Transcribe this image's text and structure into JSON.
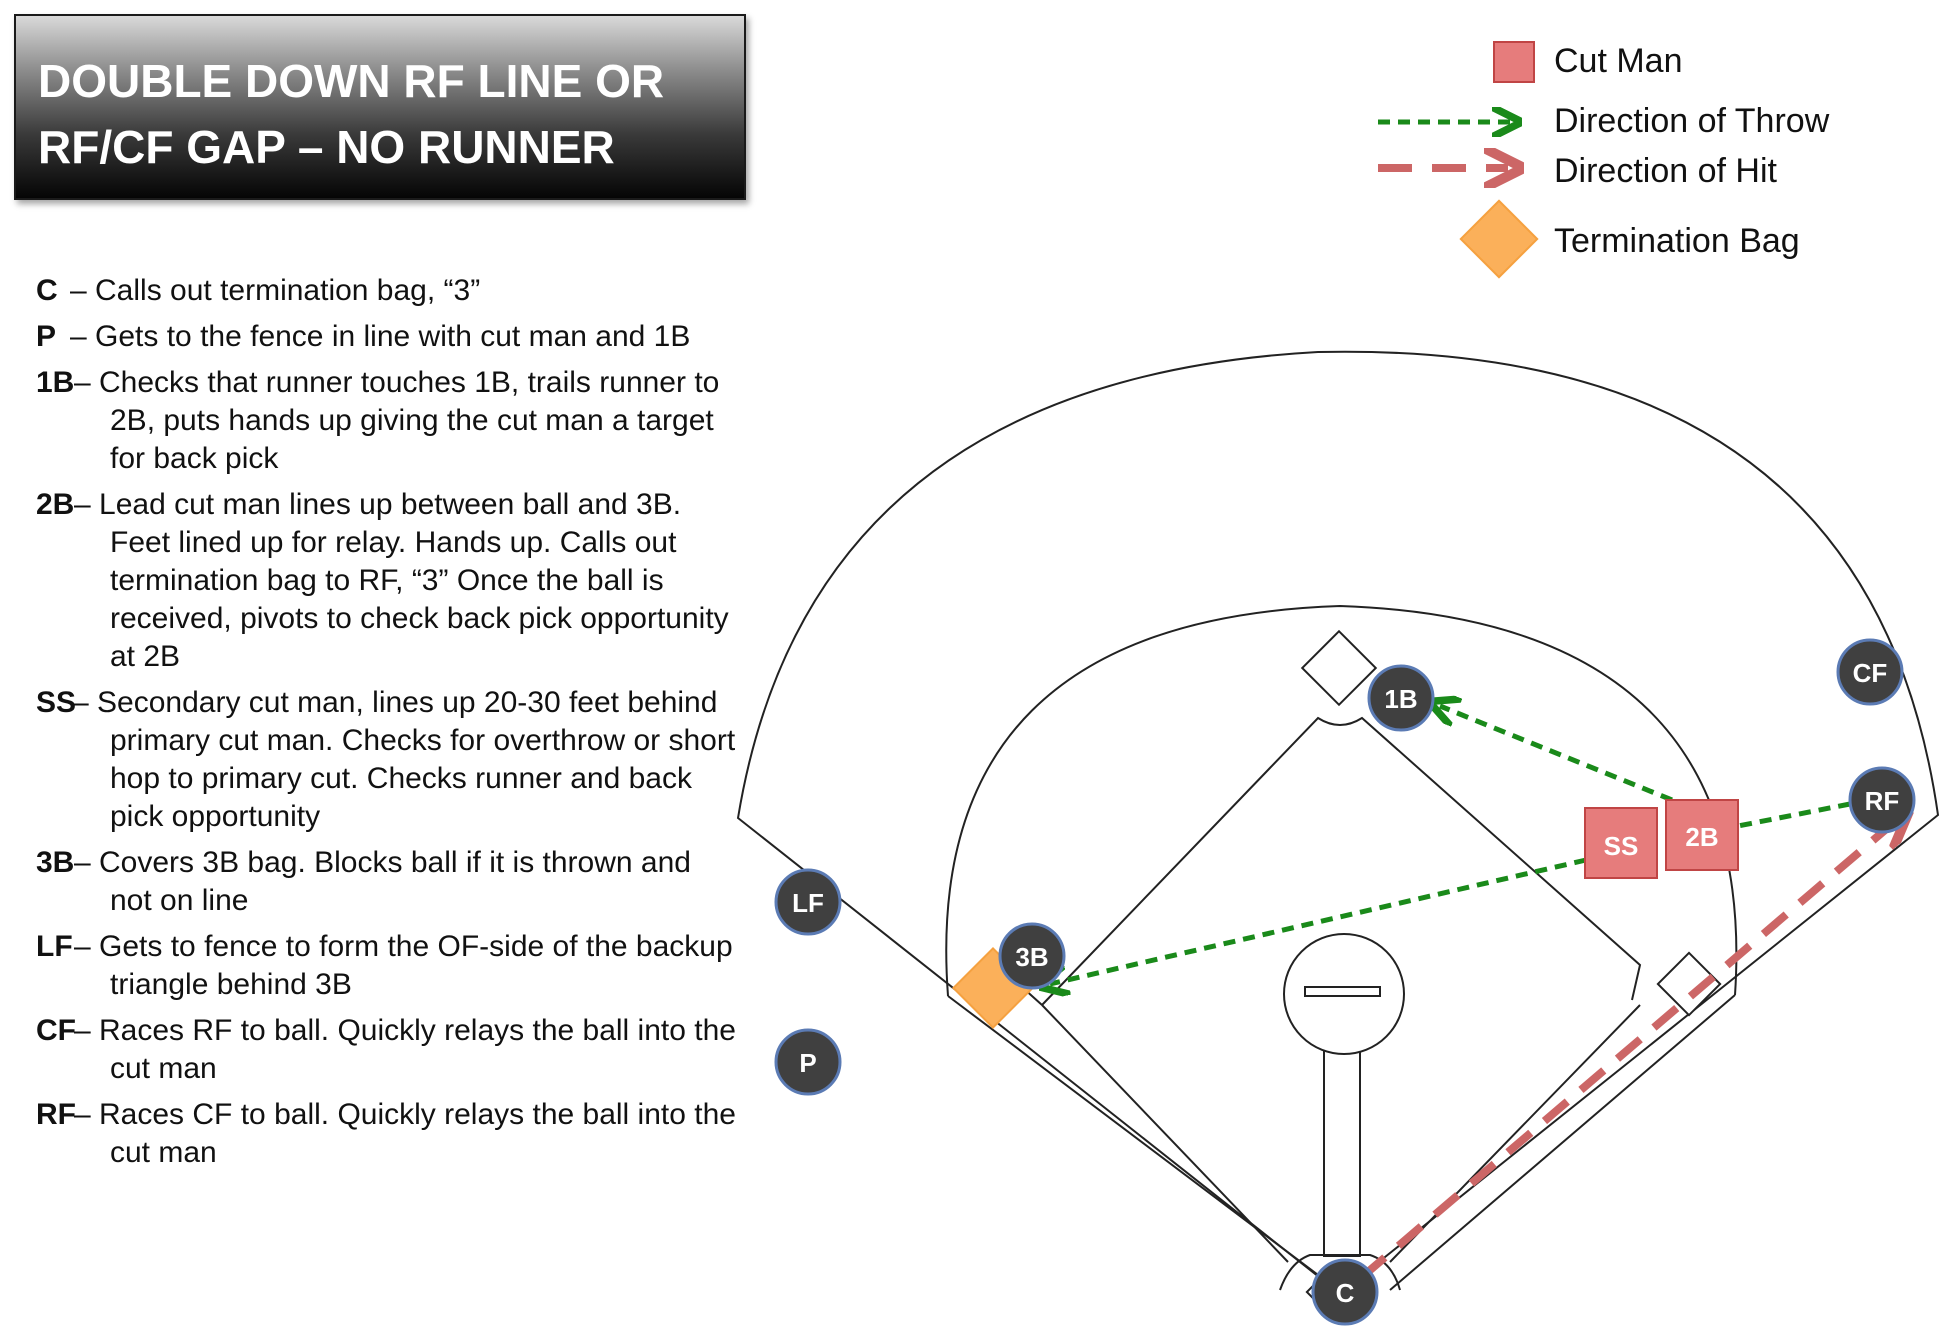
{
  "title": {
    "line1": "DOUBLE DOWN RF LINE OR",
    "line2": "RF/CF GAP – NO RUNNER"
  },
  "instructions": [
    {
      "code": "C",
      "text": "– Calls out termination bag, “3”"
    },
    {
      "code": "P",
      "text": "– Gets to the fence in line with cut man and 1B"
    },
    {
      "code": "1B",
      "text": "– Checks that runner touches 1B, trails runner to 2B, puts hands up giving the cut man a target for back pick"
    },
    {
      "code": "2B",
      "text": "– Lead cut man lines up between ball and 3B.  Feet lined up for relay.  Hands up.  Calls out termination bag to RF, “3”  Once the ball is received, pivots to check back pick opportunity at 2B"
    },
    {
      "code": "SS",
      "text": "– Secondary cut man, lines up 20-30 feet behind primary cut man.  Checks for overthrow or short hop to primary cut.  Checks runner and back pick opportunity"
    },
    {
      "code": "3B",
      "text": "– Covers 3B bag.  Blocks ball if it is thrown and not on line"
    },
    {
      "code": "LF",
      "text": "– Gets to fence to form the OF-side of the backup triangle behind 3B"
    },
    {
      "code": "CF",
      "text": "– Races RF to ball.  Quickly relays the ball into the cut man"
    },
    {
      "code": "RF",
      "text": "– Races CF to ball.  Quickly relays the ball into the cut man"
    }
  ],
  "legend": {
    "cut_man": "Cut Man",
    "direction_of_throw": "Direction of Throw",
    "direction_of_hit": "Direction of Hit",
    "termination_bag": "Termination Bag"
  },
  "players": {
    "c": "C",
    "p": "P",
    "first_base": "1B",
    "third_base": "3B",
    "lf": "LF",
    "cf": "CF",
    "rf": "RF"
  },
  "cut_men": {
    "second_base": "2B",
    "shortstop": "SS"
  },
  "colors": {
    "player_fill": "#404040",
    "player_stroke": "#5b7bb4",
    "cut_man_fill": "#e67c7c",
    "cut_man_stroke": "#c04545",
    "throw_arrow": "#1a8a1a",
    "hit_arrow": "#cc6666",
    "termination_bag": "#fbb05a"
  }
}
